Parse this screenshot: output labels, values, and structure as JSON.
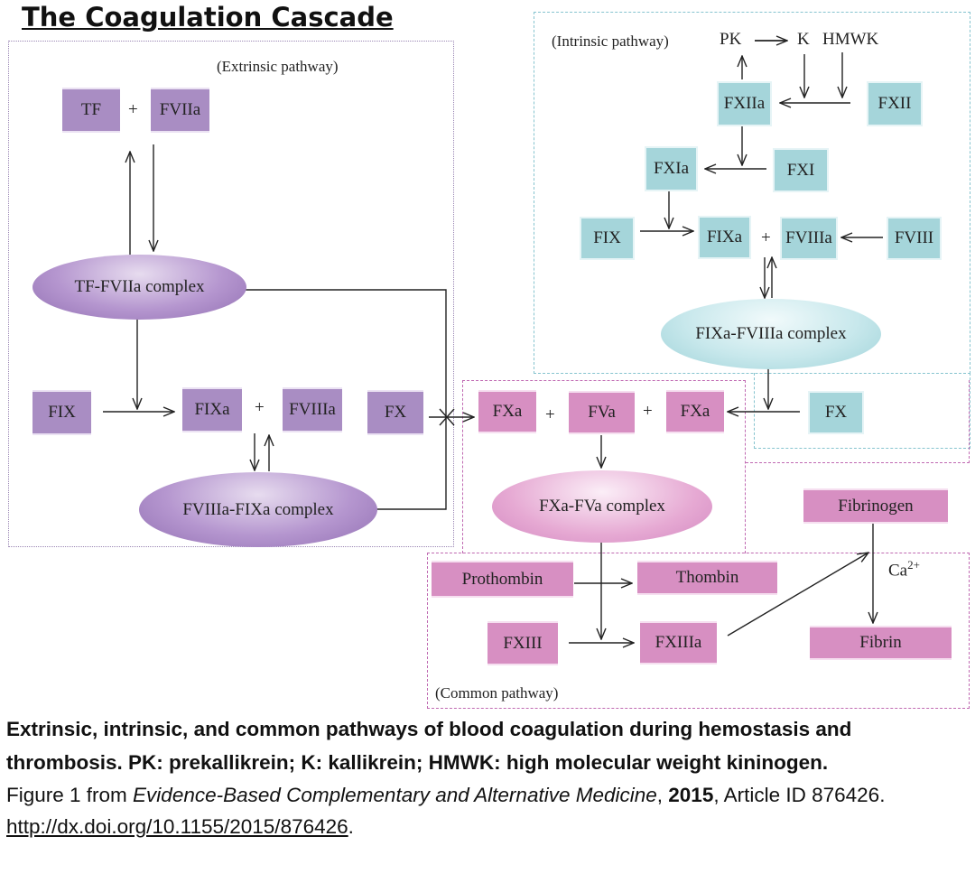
{
  "title": "The Coagulation Cascade",
  "regions": {
    "extrinsic": "(Extrinsic pathway)",
    "intrinsic": "(Intrinsic pathway)",
    "common": "(Common pathway)"
  },
  "extrinsic": {
    "tf": "TF",
    "fviia": "FVIIa",
    "tf_fviia_complex": "TF-FVIIa complex",
    "fix": "FIX",
    "fixa": "FIXa",
    "fviiia": "FVIIIa",
    "fx": "FX",
    "fviiia_fixa_complex": "FVIIIa-FIXa complex"
  },
  "intrinsic": {
    "pk": "PK",
    "k": "K",
    "hmwk": "HMWK",
    "fxiia": "FXIIa",
    "fxii": "FXII",
    "fxia": "FXIa",
    "fxi": "FXI",
    "fix": "FIX",
    "fixa": "FIXa",
    "fviiia": "FVIIIa",
    "fviii": "FVIII",
    "fixa_fviiia_complex": "FIXa-FVIIIa complex",
    "fx": "FX"
  },
  "common": {
    "fxa_left": "FXa",
    "fva": "FVa",
    "fxa_right": "FXa",
    "fxa_fva_complex": "FXa-FVa complex",
    "prothombin": "Prothombin",
    "thombin": "Thombin",
    "fxiii": "FXIII",
    "fxiiia": "FXIIIa",
    "fibrinogen": "Fibrinogen",
    "fibrin": "Fibrin",
    "ca": "Ca",
    "ca_charge": "2+"
  },
  "plus": "+",
  "caption": {
    "summary": "Extrinsic, intrinsic, and common pathways of blood coagulation during hemostasis and thrombosis. PK: prekallikrein; K: kallikrein; HMWK: high molecular weight kininogen.",
    "source_prefix": "Figure 1 from ",
    "journal": "Evidence-Based Complementary and Alternative Medicine",
    "sep": ", ",
    "year": "2015",
    "article": ", Article ID 876426. ",
    "doi": "http://dx.doi.org/10.1155/2015/876426",
    "end": "."
  },
  "colors": {
    "extrinsic": "#a98dc3",
    "intrinsic": "#a5d5da",
    "common": "#d78fc2"
  }
}
